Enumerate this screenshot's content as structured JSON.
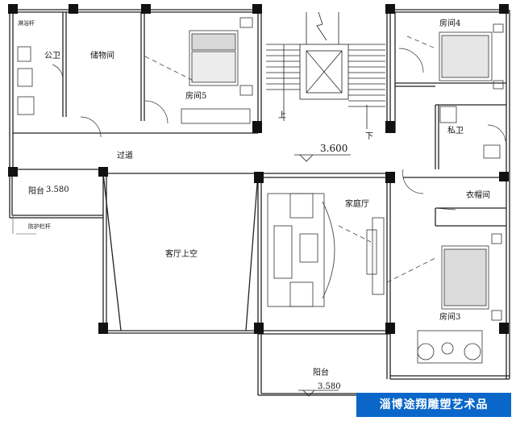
{
  "rooms": {
    "public_wc": "公卫",
    "shower": "淋浴杆",
    "storage": "储物间",
    "room5": "房间5",
    "room4": "房间4",
    "private_wc": "私卫",
    "corridor": "过道",
    "balcony_left": "阳台",
    "railing": "防护栏杆",
    "living_void": "客厅上空",
    "family_hall": "家庭厅",
    "closet": "衣帽间",
    "room3": "房间3",
    "balcony_bottom": "阳台"
  },
  "stairs": {
    "up": "上",
    "down": "下"
  },
  "elevations": {
    "floor": "3.600",
    "balcony_left": "3.580",
    "balcony_bottom": "3.580"
  },
  "watermark": "淄博途翔雕塑艺术品"
}
